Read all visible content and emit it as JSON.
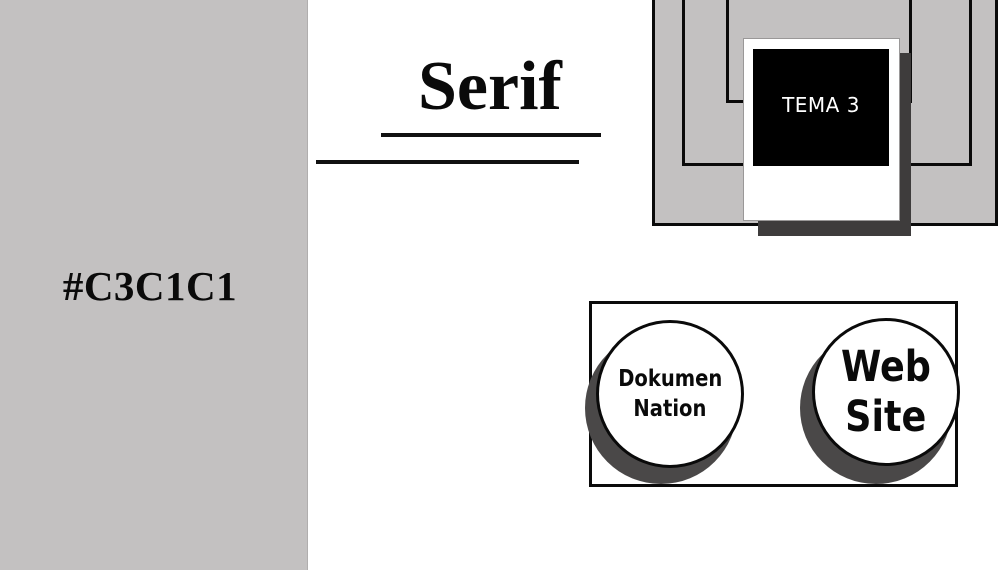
{
  "swatch": {
    "label": "#C3C1C1",
    "color": "#c3c1c1"
  },
  "heading": {
    "text": "Serif"
  },
  "polaroid": {
    "caption": "TEMA 3"
  },
  "buttons": [
    {
      "line1": "Dokumen",
      "line2": "Nation"
    },
    {
      "line1": "Web",
      "line2": "Site"
    }
  ],
  "colors": {
    "panel": "#c3c1c1",
    "ink": "#0a0a0a",
    "shadow": "#3e3c3c",
    "photo": "#000000"
  }
}
